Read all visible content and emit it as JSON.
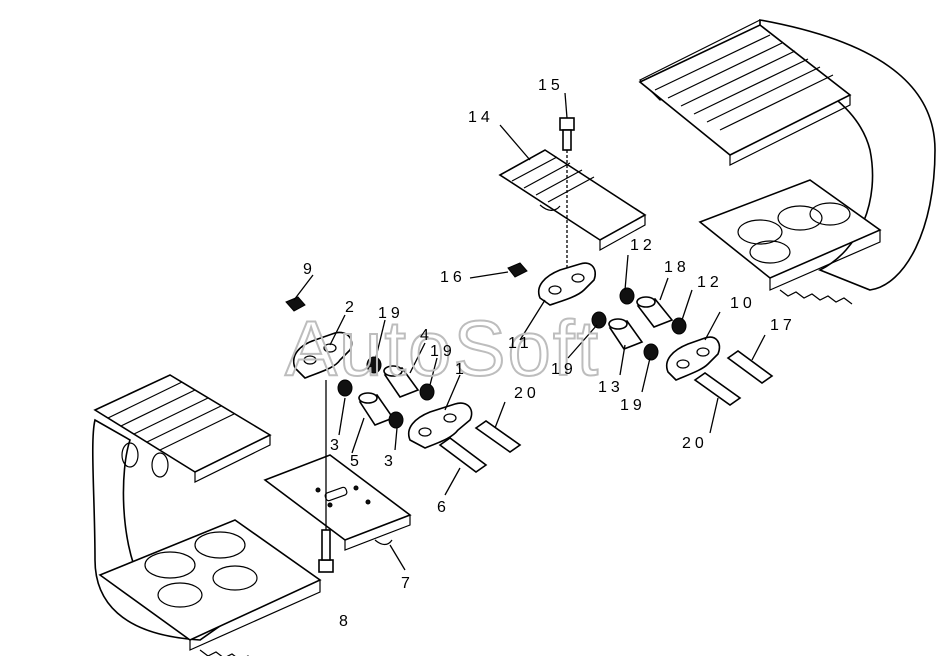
{
  "watermark": "AutoSoft",
  "callouts": [
    {
      "id": "c1",
      "text": "1"
    },
    {
      "id": "c2",
      "text": "2"
    },
    {
      "id": "c3a",
      "text": "3"
    },
    {
      "id": "c3b",
      "text": "3"
    },
    {
      "id": "c4",
      "text": "4"
    },
    {
      "id": "c5",
      "text": "5"
    },
    {
      "id": "c6",
      "text": "6"
    },
    {
      "id": "c7",
      "text": "7"
    },
    {
      "id": "c8",
      "text": "8"
    },
    {
      "id": "c9",
      "text": "9"
    },
    {
      "id": "c10",
      "text": "10"
    },
    {
      "id": "c11",
      "text": "11"
    },
    {
      "id": "c12a",
      "text": "12"
    },
    {
      "id": "c12b",
      "text": "12"
    },
    {
      "id": "c13",
      "text": "13"
    },
    {
      "id": "c14",
      "text": "14"
    },
    {
      "id": "c15",
      "text": "15"
    },
    {
      "id": "c16",
      "text": "16"
    },
    {
      "id": "c17",
      "text": "17"
    },
    {
      "id": "c18",
      "text": "18"
    },
    {
      "id": "c19a",
      "text": "19"
    },
    {
      "id": "c19b",
      "text": "19"
    },
    {
      "id": "c19c",
      "text": "19"
    },
    {
      "id": "c19d",
      "text": "19"
    },
    {
      "id": "c20a",
      "text": "20"
    },
    {
      "id": "c20b",
      "text": "20"
    }
  ]
}
